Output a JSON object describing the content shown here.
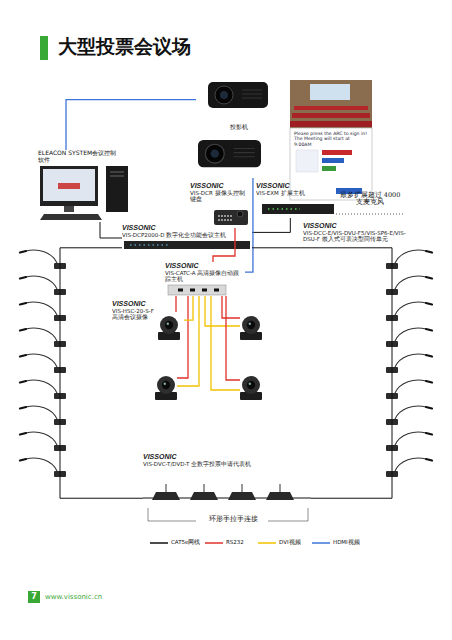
{
  "diagram": {
    "title": "大型投票会议场",
    "nodes": [
      {
        "text": [
          "投影机"
        ]
      },
      {
        "text": [
          "Please press the ARC to sign in! The Meeting will start at 9:00AM"
        ]
      },
      {
        "text": [
          "ELEACON SYSTEM会议控制软件"
        ]
      },
      {
        "text": [
          "VISSONIC",
          "VIS-DCR 摄像头控制键盘"
        ]
      },
      {
        "text": [
          "VISSONIC",
          "VIS-EXM 扩展主机"
        ]
      },
      {
        "text": [
          "VISSONIC",
          "VIS-DCP2000-D 数字化全功能会议主机"
        ]
      },
      {
        "text": [
          "VISSONIC",
          "VIS-CATC-A 高清摄像自动跟踪主机"
        ]
      },
      {
        "text": [
          "VISSONIC",
          "VIS-HSC-20-S-F 高清会议摄像"
        ]
      },
      {
        "text": [
          "VISSONIC",
          "VIS-DVC-T/DVD-T 全数字投票申请代表机"
        ]
      }
    ],
    "edges": [
      {
        "from": 2,
        "to": 5,
        "arrow": "none"
      },
      {
        "from": 2,
        "to": 0,
        "arrow": "none"
      },
      {
        "from": 5,
        "to": 4,
        "arrow": "none"
      },
      {
        "from": 3,
        "to": 6,
        "arrow": "none"
      },
      {
        "from": 6,
        "to": 0,
        "arrow": "none"
      },
      {
        "from": 6,
        "to": 7,
        "arrow": "none"
      },
      {
        "from": 5,
        "to": 8,
        "arrow": "none"
      },
      {
        "from": 5,
        "to": 8,
        "arrow": "none"
      }
    ],
    "labels": [
      "最多扩展超过 4000支麦克风",
      "VISSONIC",
      "VIS-DCC-E/VIS-DVU-F5/VIS-SP6-E/VIS-DSU-F 嵌入式可表决型同传单元",
      "环形手拉手连接",
      "7",
      "www.vissonic.cn"
    ],
    "legend": [
      {
        "text": "CAT5e网线"
      },
      {
        "text": "RS232"
      },
      {
        "text": "DVI视频"
      },
      {
        "text": "HDMI视频"
      }
    ]
  }
}
